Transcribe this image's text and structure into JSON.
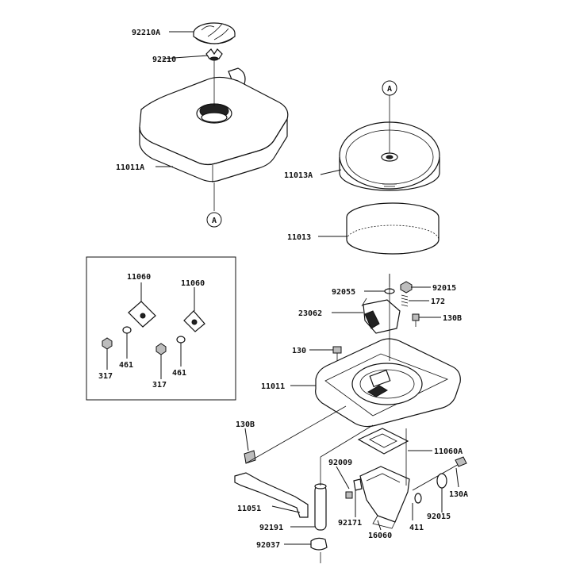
{
  "labels": {
    "p92210A": "92210A",
    "p92210": "92210",
    "p11011A": "11011A",
    "p11013A": "11013A",
    "p11013": "11013",
    "p92055": "92055",
    "p92015a": "92015",
    "p172": "172",
    "p23062": "23062",
    "p130B_right": "130B",
    "p130": "130",
    "p11011": "11011",
    "p130B_left": "130B",
    "p11060A": "11060A",
    "p92009": "92009",
    "p92171": "92171",
    "p16060": "16060",
    "p411": "411",
    "p92015b": "92015",
    "p130A": "130A",
    "p11051": "11051",
    "p92191": "92191",
    "p92037": "92037"
  },
  "inset_labels": {
    "p11060_left": "11060",
    "p11060_right": "11060",
    "p317_left": "317",
    "p461_left": "461",
    "p317_right": "317",
    "p461_right": "461"
  },
  "callouts": {
    "ref_a": "A"
  }
}
